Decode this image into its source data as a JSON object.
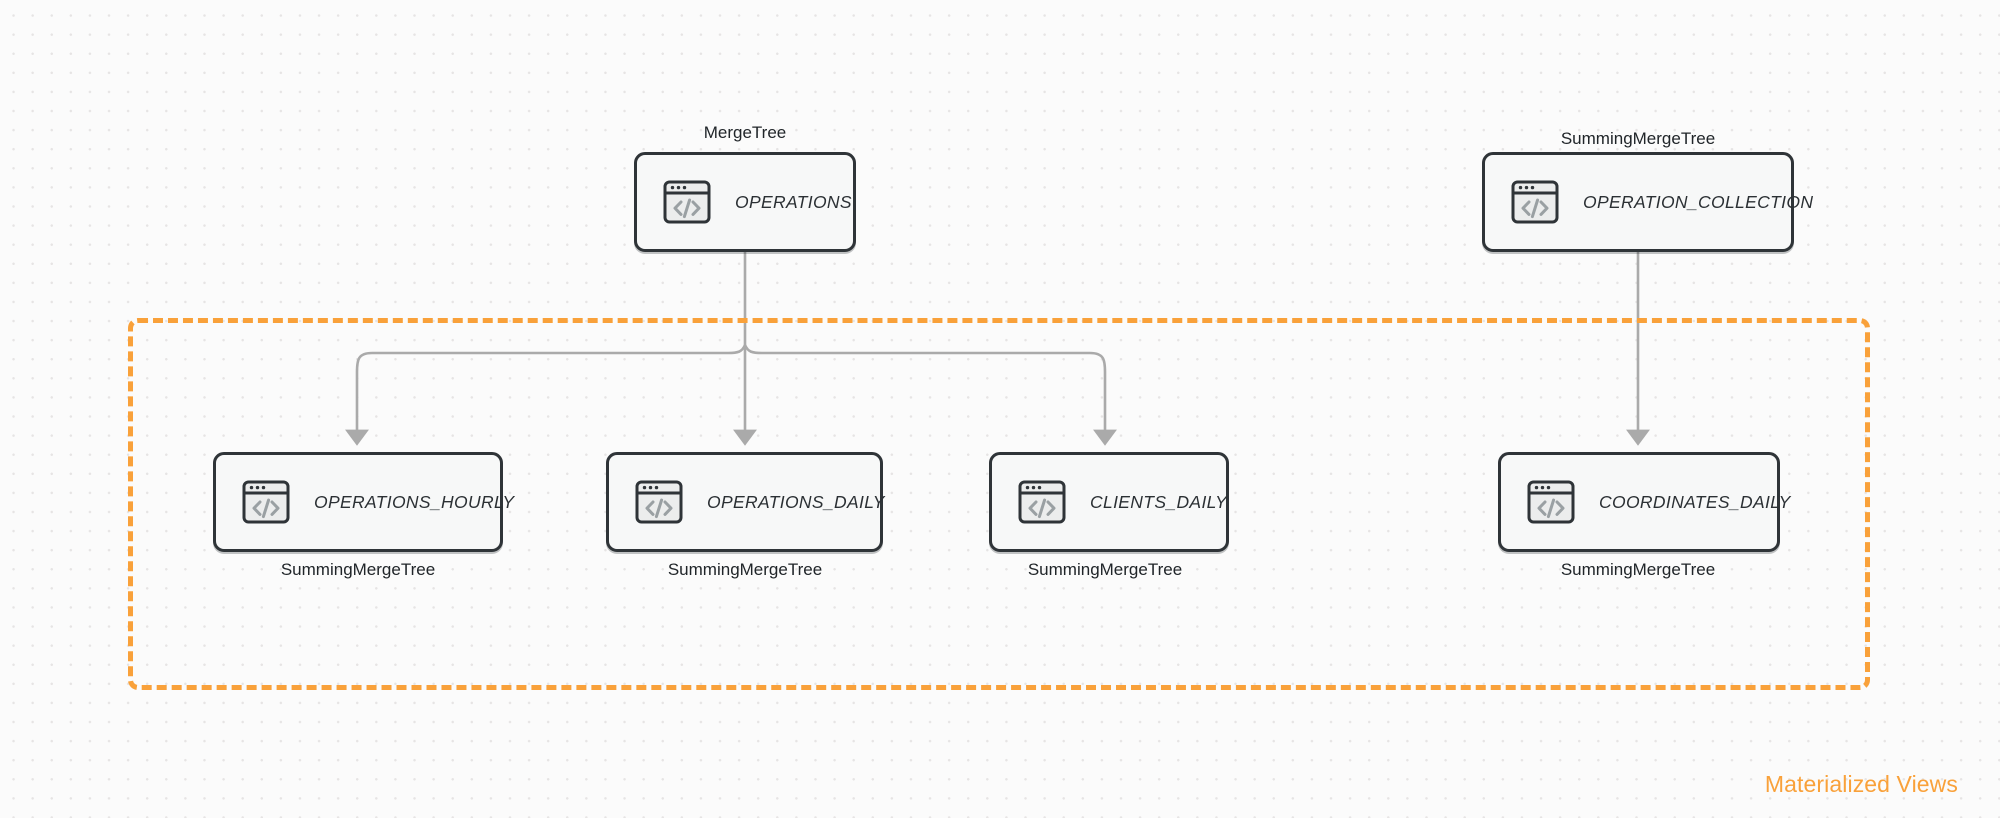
{
  "diagram": {
    "title": "ClickHouse table / materialized view topology",
    "background_color": "#fbfbfb",
    "accent_color": "#f9a13a",
    "node_border_color": "#2f3438",
    "node_fill_color": "#f7f8f8",
    "connector_color": "#aaaaaa"
  },
  "group": {
    "label": "Materialized Views",
    "style": "dashed",
    "color": "#f9a13a"
  },
  "source_nodes": [
    {
      "id": "operations",
      "table": "OPERATIONS",
      "engine": "MergeTree",
      "icon": "code-window-icon"
    },
    {
      "id": "operation_collection",
      "table": "OPERATION_COLLECTION",
      "engine": "SummingMergeTree",
      "icon": "code-window-icon"
    }
  ],
  "view_nodes": [
    {
      "id": "operations_hourly",
      "table": "OPERATIONS_HOURLY",
      "engine": "SummingMergeTree",
      "icon": "code-window-icon"
    },
    {
      "id": "operations_daily",
      "table": "OPERATIONS_DAILY",
      "engine": "SummingMergeTree",
      "icon": "code-window-icon"
    },
    {
      "id": "clients_daily",
      "table": "CLIENTS_DAILY",
      "engine": "SummingMergeTree",
      "icon": "code-window-icon"
    },
    {
      "id": "coordinates_daily",
      "table": "COORDINATES_DAILY",
      "engine": "SummingMergeTree",
      "icon": "code-window-icon"
    }
  ],
  "edges": [
    {
      "from": "operations",
      "to": "operations_hourly"
    },
    {
      "from": "operations",
      "to": "operations_daily"
    },
    {
      "from": "operations",
      "to": "clients_daily"
    },
    {
      "from": "operation_collection",
      "to": "coordinates_daily"
    }
  ]
}
